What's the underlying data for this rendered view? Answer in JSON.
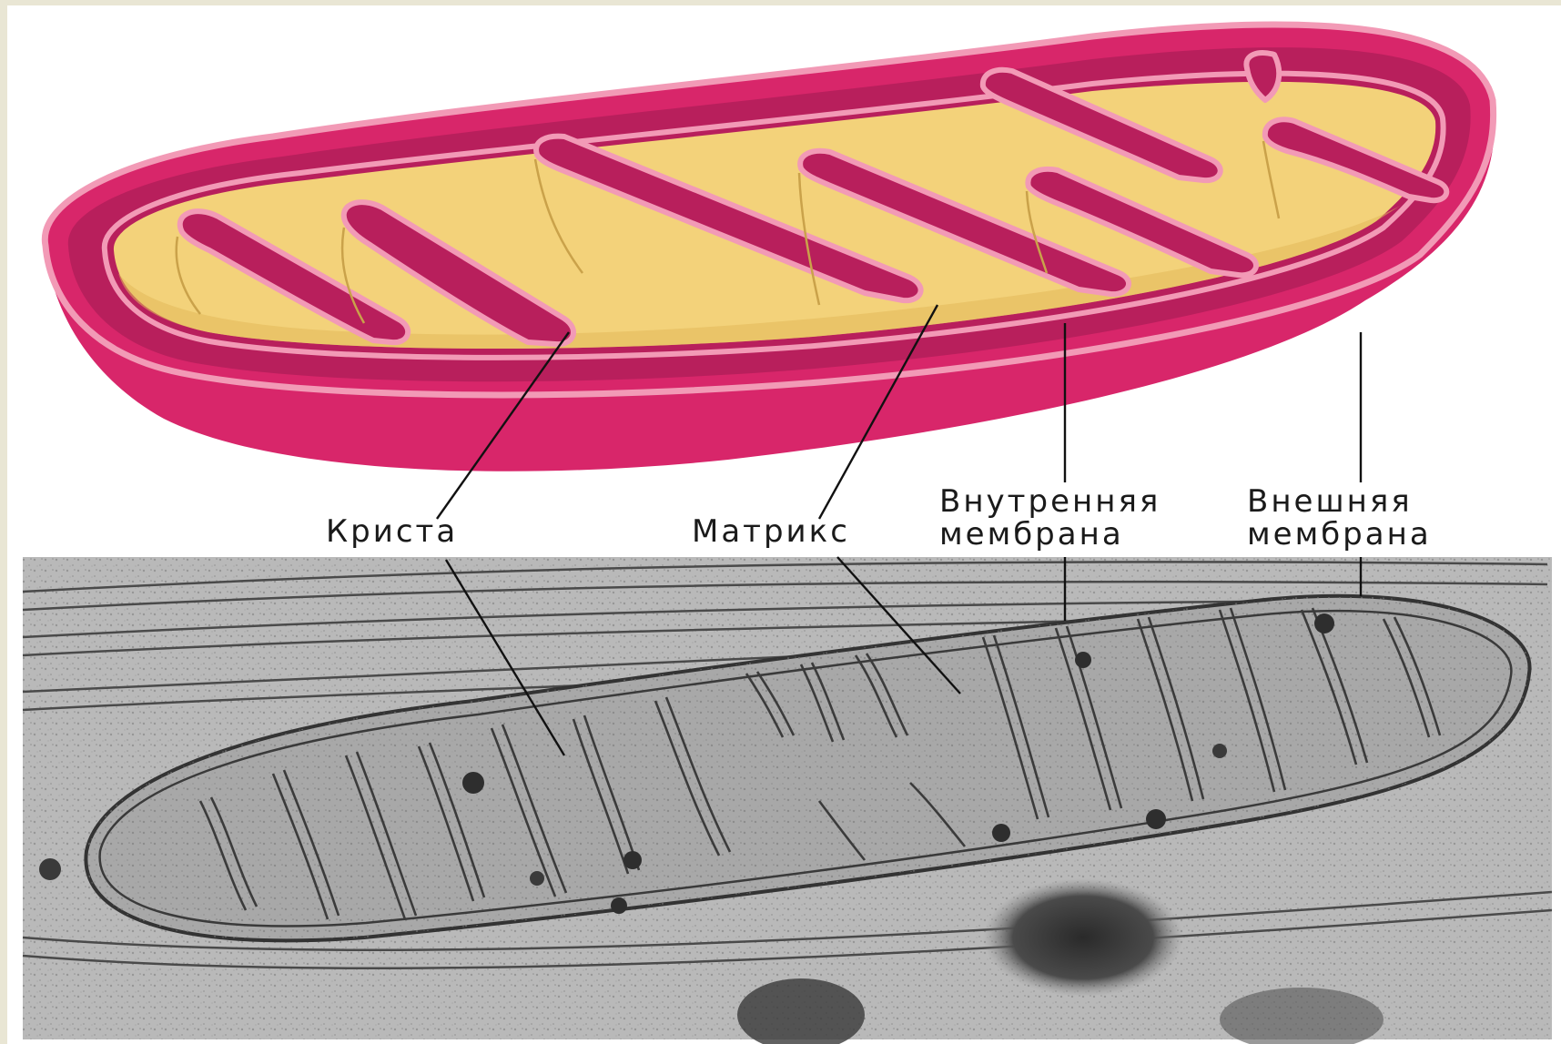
{
  "labels": {
    "crista": "Криста",
    "matrix": "Матрикс",
    "inner_membrane": [
      "Внутренняя",
      "мембрана"
    ],
    "outer_membrane": [
      "Внешняя",
      "мембрана"
    ]
  },
  "colors": {
    "outer_membrane": "#d8266a",
    "outer_highlight": "#f29ab6",
    "intermembrane": "#b81f5c",
    "matrix": "#f3d27a",
    "matrix_shade": "#e2b85a",
    "micrograph_bg": "#b9b9b9",
    "micrograph_organelle": "#a8a8a8",
    "leader_line": "#111111"
  }
}
